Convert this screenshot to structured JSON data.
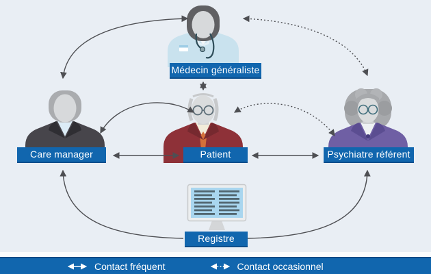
{
  "diagram": {
    "nodes": {
      "medecin": {
        "label": "Médecin généraliste",
        "role": "female doctor avatar with stethoscope"
      },
      "care_manager": {
        "label": "Care manager",
        "role": "man in dark suit avatar"
      },
      "patient": {
        "label": "Patient",
        "role": "elderly man with glasses avatar"
      },
      "psychiatre": {
        "label": "Psychiatre référent",
        "role": "gray-haired woman with glasses avatar"
      },
      "registre": {
        "label": "Registre",
        "role": "computer monitor showing register lists"
      }
    },
    "connections": [
      {
        "from": "care_manager",
        "to": "medecin",
        "contact": "frequent",
        "bidirectional": true
      },
      {
        "from": "medecin",
        "to": "psychiatre",
        "contact": "occasionnel",
        "bidirectional": true
      },
      {
        "from": "medecin",
        "to": "patient",
        "contact": "frequent",
        "bidirectional": true
      },
      {
        "from": "care_manager",
        "to": "patient",
        "contact": "frequent",
        "bidirectional": true,
        "note": "curved arrow between heads"
      },
      {
        "from": "care_manager",
        "to": "patient",
        "contact": "frequent",
        "bidirectional": true,
        "note": "straight arrow between labels"
      },
      {
        "from": "patient",
        "to": "psychiatre",
        "contact": "occasionnel",
        "bidirectional": true,
        "note": "curved dotted arrow between heads"
      },
      {
        "from": "patient",
        "to": "psychiatre",
        "contact": "frequent",
        "bidirectional": true,
        "note": "straight arrow between labels"
      },
      {
        "from": "registre",
        "to": "care_manager",
        "contact": "frequent",
        "bidirectional": false
      },
      {
        "from": "registre",
        "to": "psychiatre",
        "contact": "frequent",
        "bidirectional": false
      }
    ],
    "legend": {
      "frequent_label": "Contact fréquent",
      "occasionnel_label": "Contact occasionnel"
    },
    "colors": {
      "background": "#e9eef4",
      "label_blue": "#1166ae",
      "label_border_blue": "#0c4e8c",
      "legend_bar_blue": "#1166ae",
      "arrow_gray": "#4e4f53",
      "text_white": "#ffffff",
      "patient_jacket_red": "#8e3138",
      "psychiatre_blazer_purple": "#6f5fa4",
      "doctor_coat_blue": "#c9e2ee",
      "screen_blue": "#a9d6ef"
    }
  }
}
